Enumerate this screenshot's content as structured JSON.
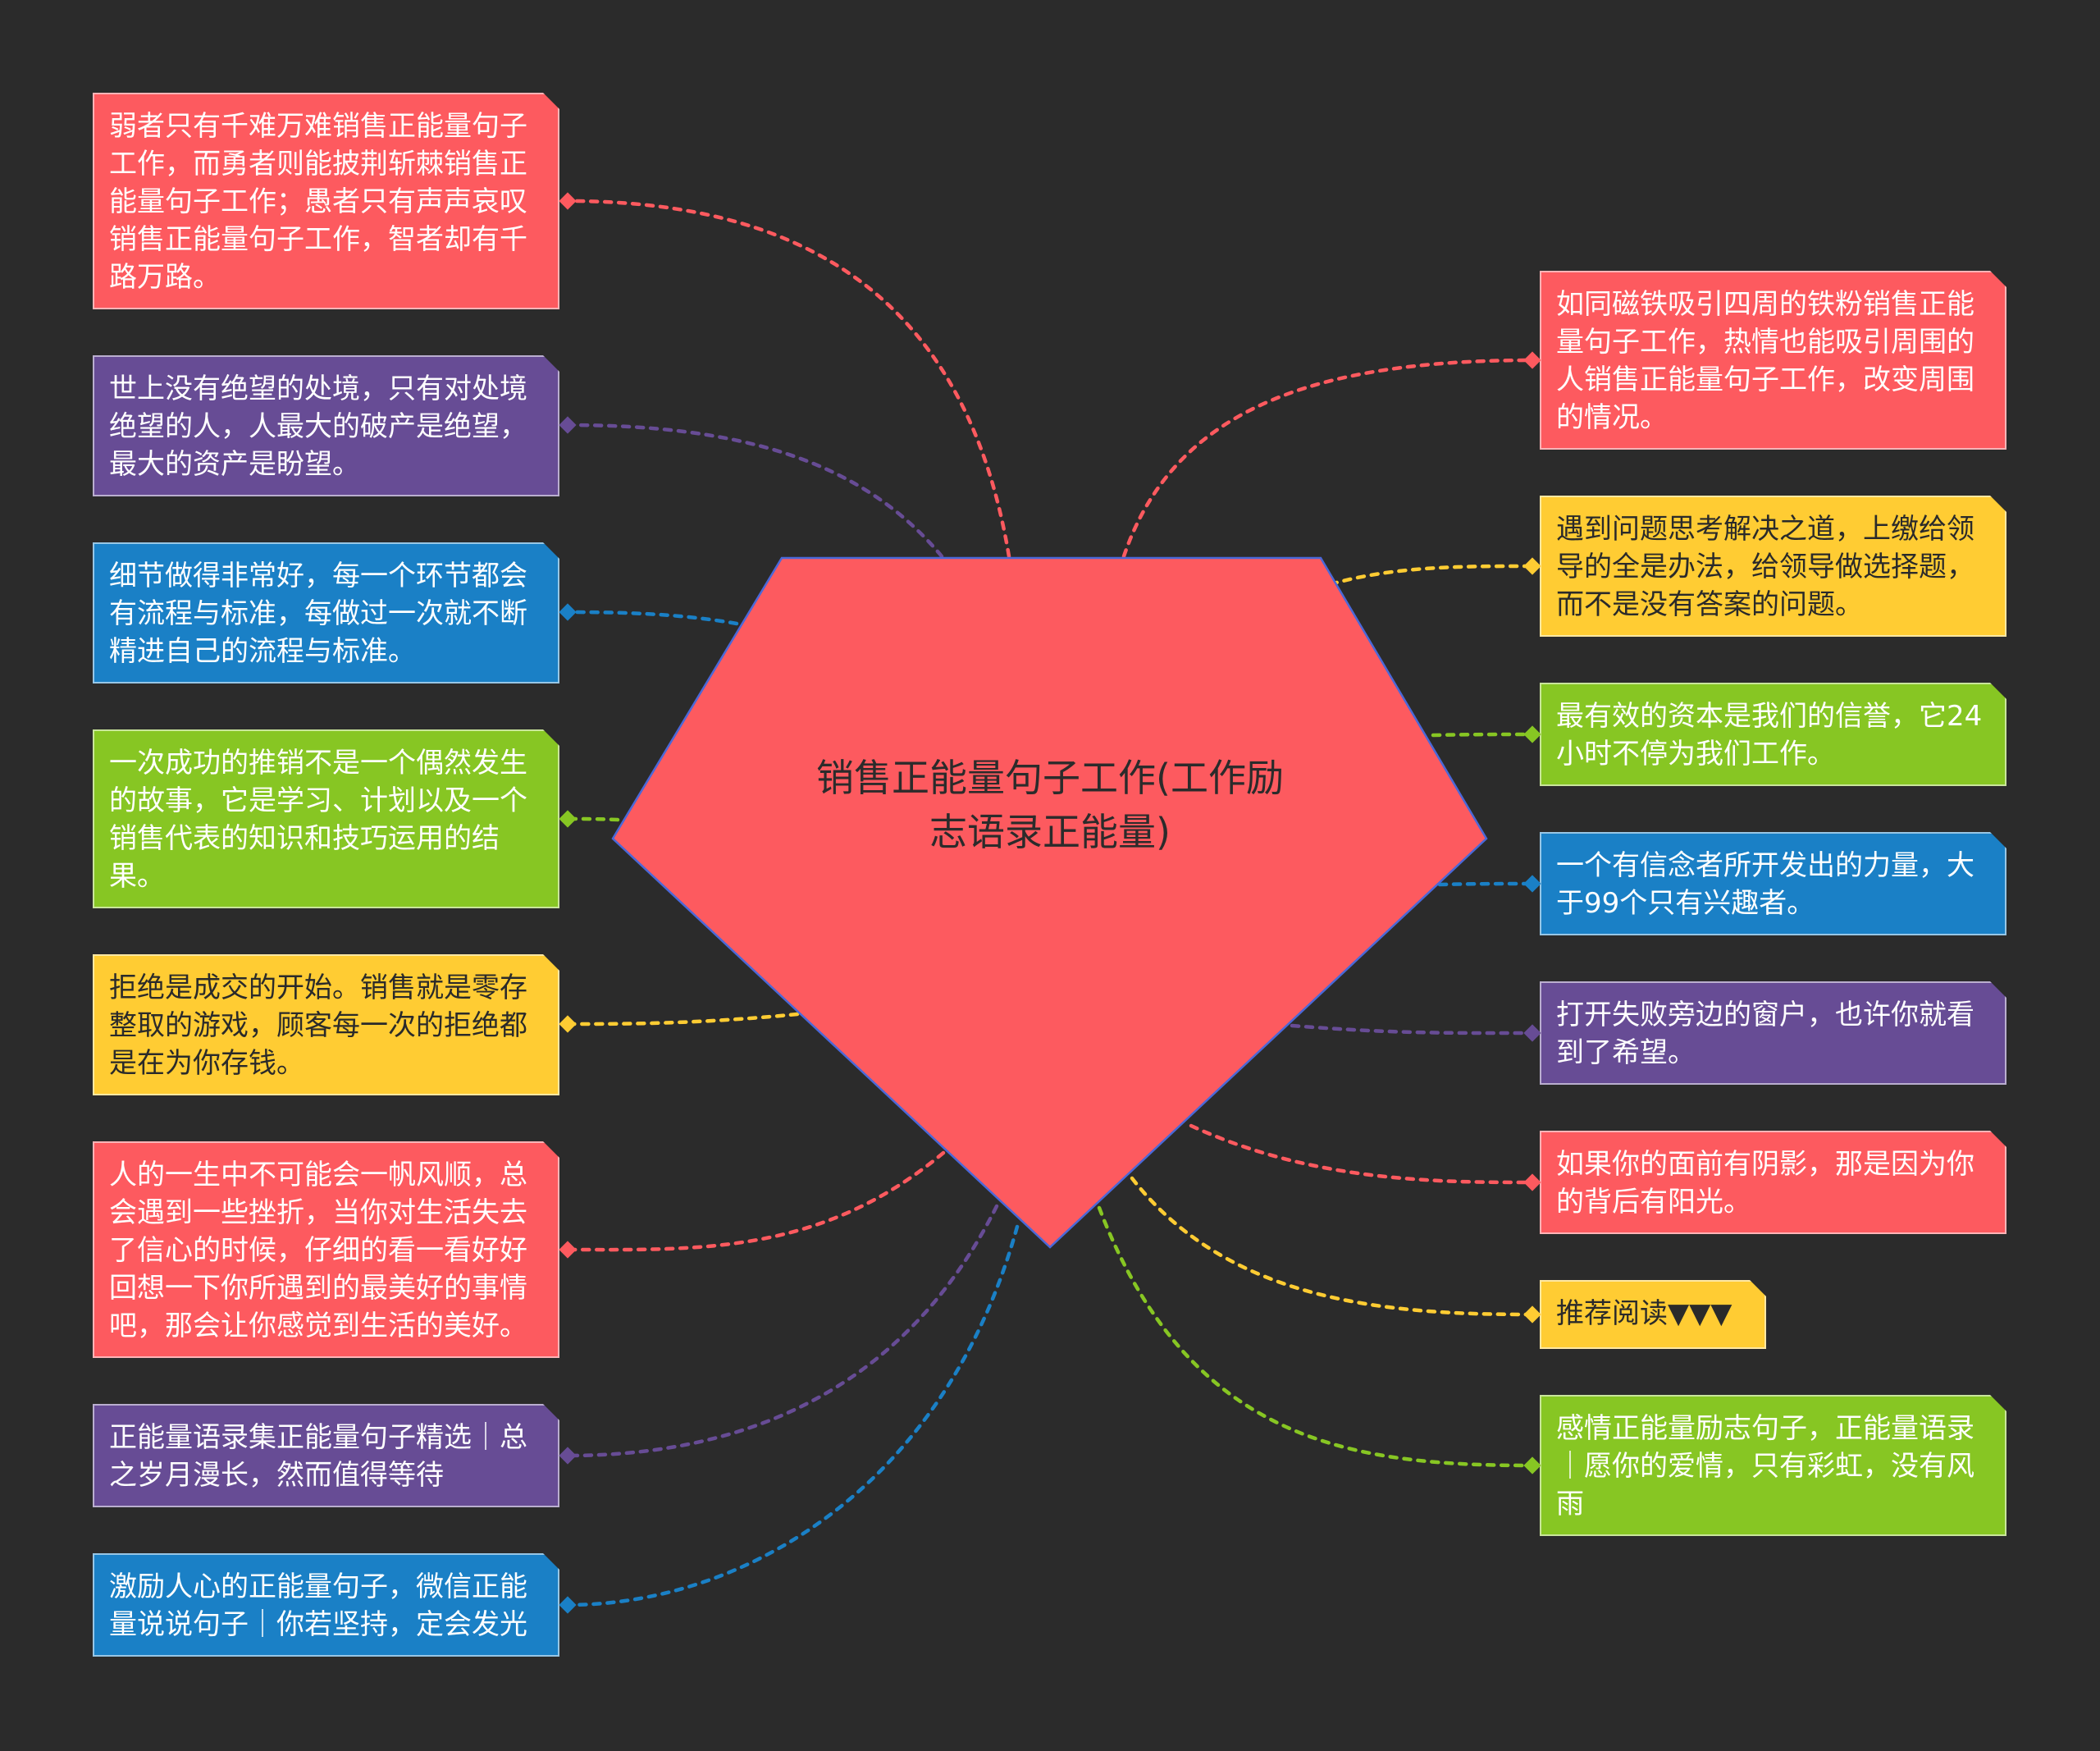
{
  "center": {
    "title": "销售正能量句子工作(工作励志语录正能量)",
    "color": "#fd5a5f"
  },
  "palette": {
    "red": "#fd5a5f",
    "purple": "#674c95",
    "blue": "#1a80c6",
    "green": "#87c623",
    "yellow": "#ffcc33"
  },
  "left_items": [
    {
      "text": "弱者只有千难万难销售正能量句子工作，而勇者则能披荆斩棘销售正能量句子工作；愚者只有声声哀叹销售正能量句子工作，智者却有千路万路。",
      "color": "red"
    },
    {
      "text": "世上没有绝望的处境，只有对处境绝望的人，人最大的破产是绝望，最大的资产是盼望。",
      "color": "purple"
    },
    {
      "text": "细节做得非常好，每一个环节都会有流程与标准，每做过一次就不断精进自己的流程与标准。",
      "color": "blue"
    },
    {
      "text": "一次成功的推销不是一个偶然发生的故事，它是学习、计划以及一个销售代表的知识和技巧运用的结果。",
      "color": "green"
    },
    {
      "text": "拒绝是成交的开始。销售就是零存整取的游戏，顾客每一次的拒绝都是在为你存钱。",
      "color": "yellow"
    },
    {
      "text": "人的一生中不可能会一帆风顺，总会遇到一些挫折，当你对生活失去了信心的时候，仔细的看一看好好回想一下你所遇到的最美好的事情吧，那会让你感觉到生活的美好。",
      "color": "red"
    },
    {
      "text": "正能量语录集正能量句子精选｜总之岁月漫长，然而值得等待",
      "color": "purple"
    },
    {
      "text": "激励人心的正能量句子，微信正能量说说句子｜你若坚持，定会发光",
      "color": "blue"
    }
  ],
  "right_items": [
    {
      "text": "如同磁铁吸引四周的铁粉销售正能量句子工作，热情也能吸引周围的人销售正能量句子工作，改变周围的情况。",
      "color": "red"
    },
    {
      "text": "遇到问题思考解决之道，上缴给领导的全是办法，给领导做选择题，而不是没有答案的问题。",
      "color": "yellow"
    },
    {
      "text": "最有效的资本是我们的信誉，它24小时不停为我们工作。",
      "color": "green"
    },
    {
      "text": "一个有信念者所开发出的力量，大于99个只有兴趣者。",
      "color": "blue"
    },
    {
      "text": "打开失败旁边的窗户，也许你就看到了希望。",
      "color": "purple"
    },
    {
      "text": "如果你的面前有阴影，那是因为你的背后有阳光。",
      "color": "red"
    },
    {
      "text": "推荐阅读▼▼▼",
      "color": "yellow"
    },
    {
      "text": "感情正能量励志句子，正能量语录｜愿你的爱情，只有彩虹，没有风雨",
      "color": "green"
    }
  ]
}
